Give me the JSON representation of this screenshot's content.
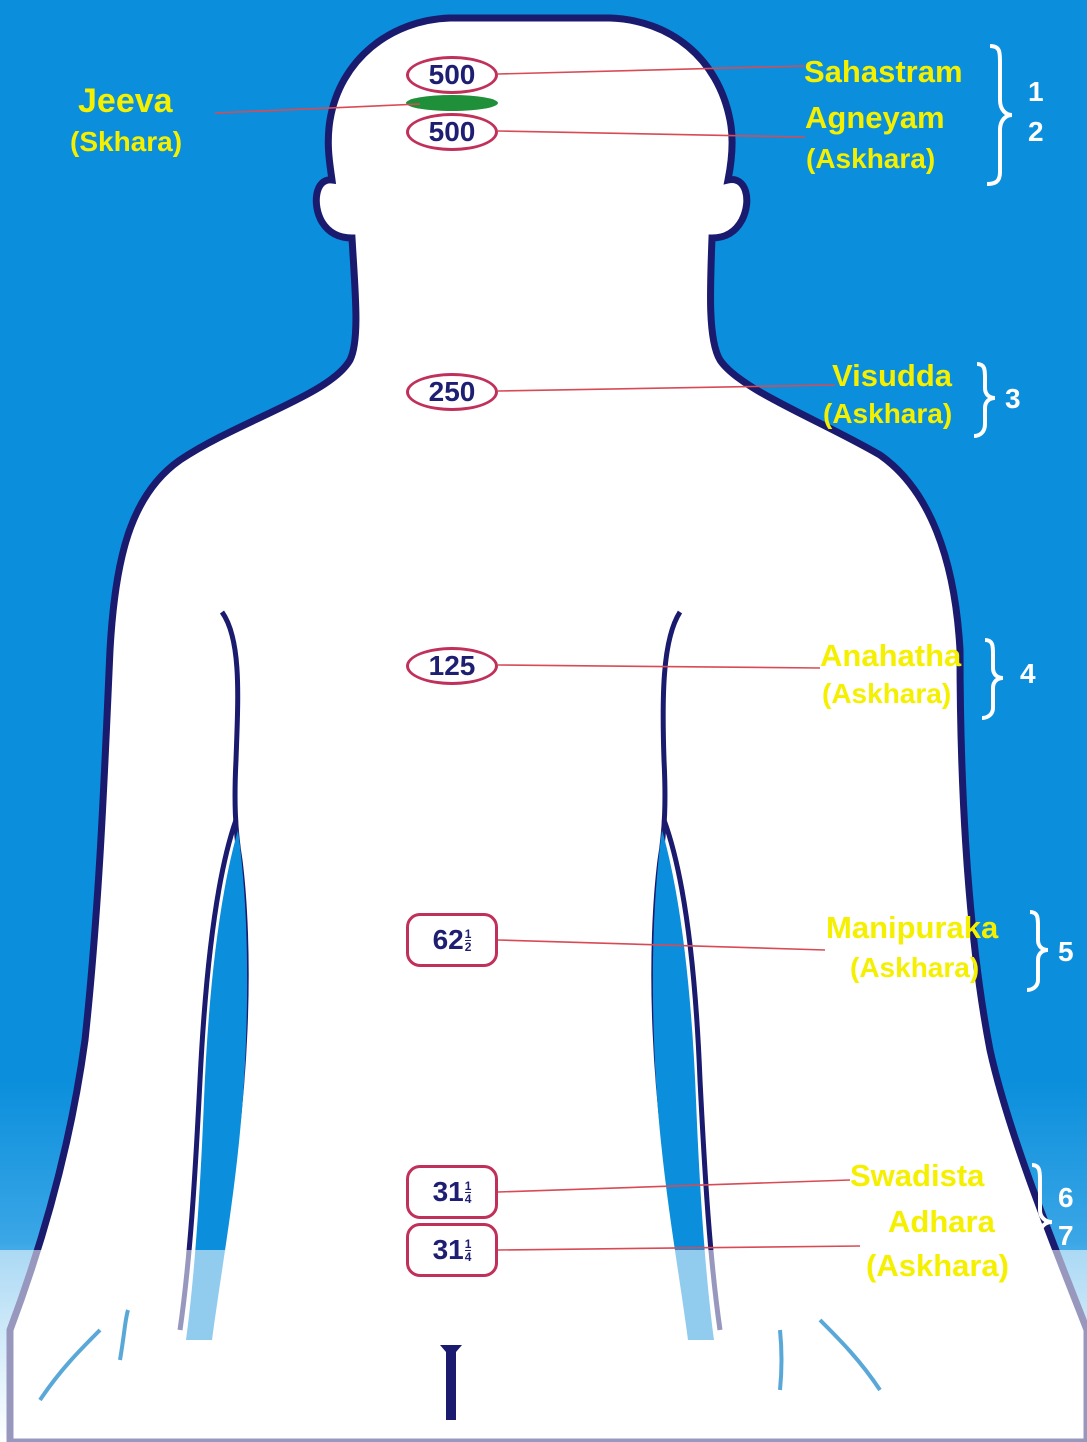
{
  "colors": {
    "background": "#0b8edb",
    "body": "#ffffff",
    "outline": "#1a1a6e",
    "label": "#f4f000",
    "leader_line": "#d84b55",
    "jeeva_marker": "#1f8f3a"
  },
  "jeeva": {
    "name": "Jeeva",
    "sub": "(Skhara)"
  },
  "chakras": [
    {
      "name": "Sahastram",
      "index": "1",
      "value": "500"
    },
    {
      "name": "Agneyam",
      "sub": "(Askhara)",
      "index": "2",
      "value": "500"
    },
    {
      "name": "Visudda",
      "sub": "(Askhara)",
      "index": "3",
      "value": "250"
    },
    {
      "name": "Anahatha",
      "sub": "(Askhara)",
      "index": "4",
      "value": "125"
    },
    {
      "name": "Manipuraka",
      "sub": "(Askhara)",
      "index": "5",
      "whole": "62",
      "num": "1",
      "den": "2"
    },
    {
      "name": "Swadista",
      "index": "6",
      "whole": "31",
      "num": "1",
      "den": "4"
    },
    {
      "name": "Adhara",
      "sub": "(Askhara)",
      "index": "7",
      "whole": "31",
      "num": "1",
      "den": "4"
    }
  ]
}
